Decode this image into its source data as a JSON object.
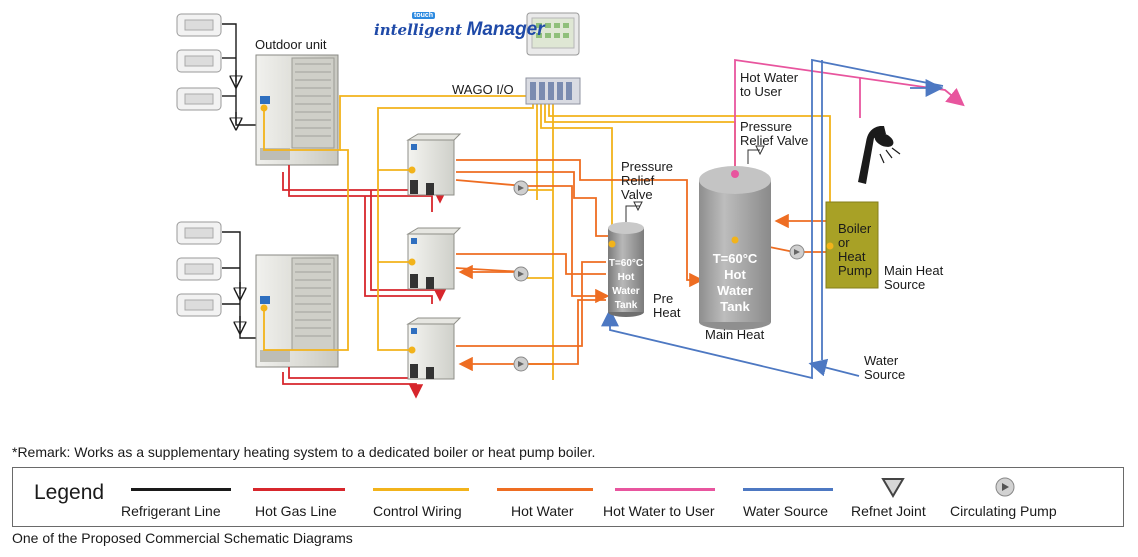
{
  "logo": {
    "touch": "touch",
    "intelligent": "intelligent",
    "manager": "Manager"
  },
  "labels": {
    "outdoor_unit": "Outdoor unit",
    "wago": "WAGO I/O",
    "hot_water_to_user": "Hot Water\nto User",
    "prv_main": "Pressure\nRelief Valve",
    "prv_pre": "Pressure\nRelief\nValve",
    "pre_heat": "Pre\nHeat",
    "main_heat": "Main Heat",
    "water_source": "Water\nSource",
    "main_heat_source": "Main Heat\nSource",
    "boiler": "Boiler\nor\nHeat\nPump"
  },
  "tanks": {
    "main": "T=60°C\nHot\nWater\nTank",
    "pre": "T=60°C\nHot\nWater\nTank"
  },
  "remark": "*Remark: Works as a supplementary heating system to a dedicated boiler or heat pump boiler.",
  "legend": {
    "title": "Legend",
    "items": [
      {
        "label": "Refrigerant Line",
        "color": "#1a1a1a"
      },
      {
        "label": "Hot Gas Line",
        "color": "#d7262c"
      },
      {
        "label": "Control Wiring",
        "color": "#f2b31b"
      },
      {
        "label": "Hot Water",
        "color": "#ee6d22"
      },
      {
        "label": "Hot Water to User",
        "color": "#e8559e"
      },
      {
        "label": "Water Source",
        "color": "#4d78c2"
      },
      {
        "label": "Refnet Joint",
        "icon": "refnet-joint-icon"
      },
      {
        "label": "Circulating Pump",
        "icon": "circulating-pump-icon"
      }
    ]
  },
  "caption": "One of the Proposed Commercial Schematic Diagrams",
  "colors": {
    "refrigerant": "#1a1a1a",
    "hot_gas": "#d7262c",
    "control": "#f2b31b",
    "hot_water": "#ee6d22",
    "to_user": "#e8559e",
    "water_source": "#4d78c2",
    "boiler_fill": "#a8a126",
    "tank_fill": "#a9a9a9"
  }
}
